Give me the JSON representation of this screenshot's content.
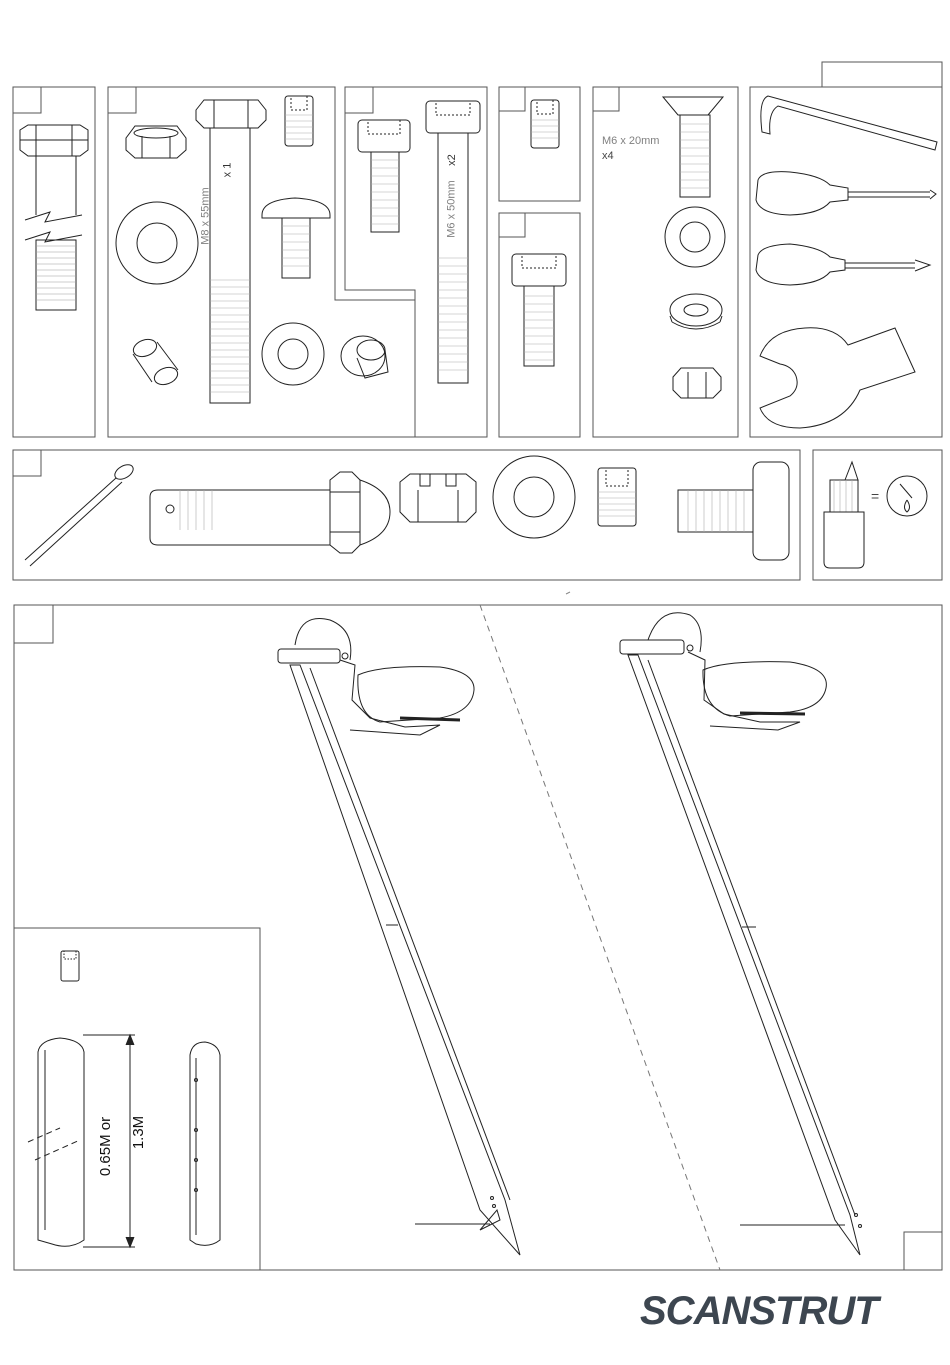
{
  "labels": {
    "bolt_m8": "M8 x 55mm",
    "bolt_m8_qty": "x 1",
    "bolt_m6": "M6 x 50mm",
    "bolt_m6_qty": "x2",
    "screw_m6": "M6 x 20mm",
    "screw_m6_qty": "x4",
    "equals": "=",
    "pole_length_1": "0.65M  or",
    "pole_length_2": "1.3M"
  },
  "brand": {
    "logo": "SCANSTRUT",
    "color": "#3d4650"
  },
  "colors": {
    "line": "#222222",
    "panel_border": "#555555",
    "thread": "#888888"
  }
}
